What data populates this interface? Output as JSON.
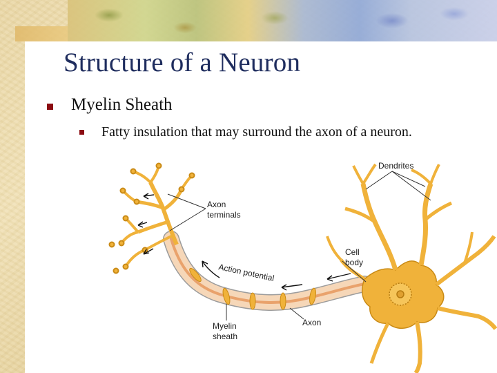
{
  "slide": {
    "title": "Structure of a Neuron",
    "bullet": "Myelin Sheath",
    "sub_bullet": "Fatty insulation that may surround the axon of a neuron."
  },
  "diagram": {
    "labels": {
      "dendrites": "Dendrites",
      "axon_terminals_1": "Axon",
      "axon_terminals_2": "terminals",
      "cell_body_1": "Cell",
      "cell_body_2": "body",
      "action_potential": "Action potential",
      "myelin_sheath_1": "Myelin",
      "myelin_sheath_2": "sheath",
      "axon": "Axon"
    }
  },
  "colors": {
    "title": "#1f2d5e",
    "bullet": "#8b0b12",
    "neuron_fill": "#f0b23a",
    "neuron_stroke": "#c98a15",
    "myelin": "#f6d7b8"
  }
}
